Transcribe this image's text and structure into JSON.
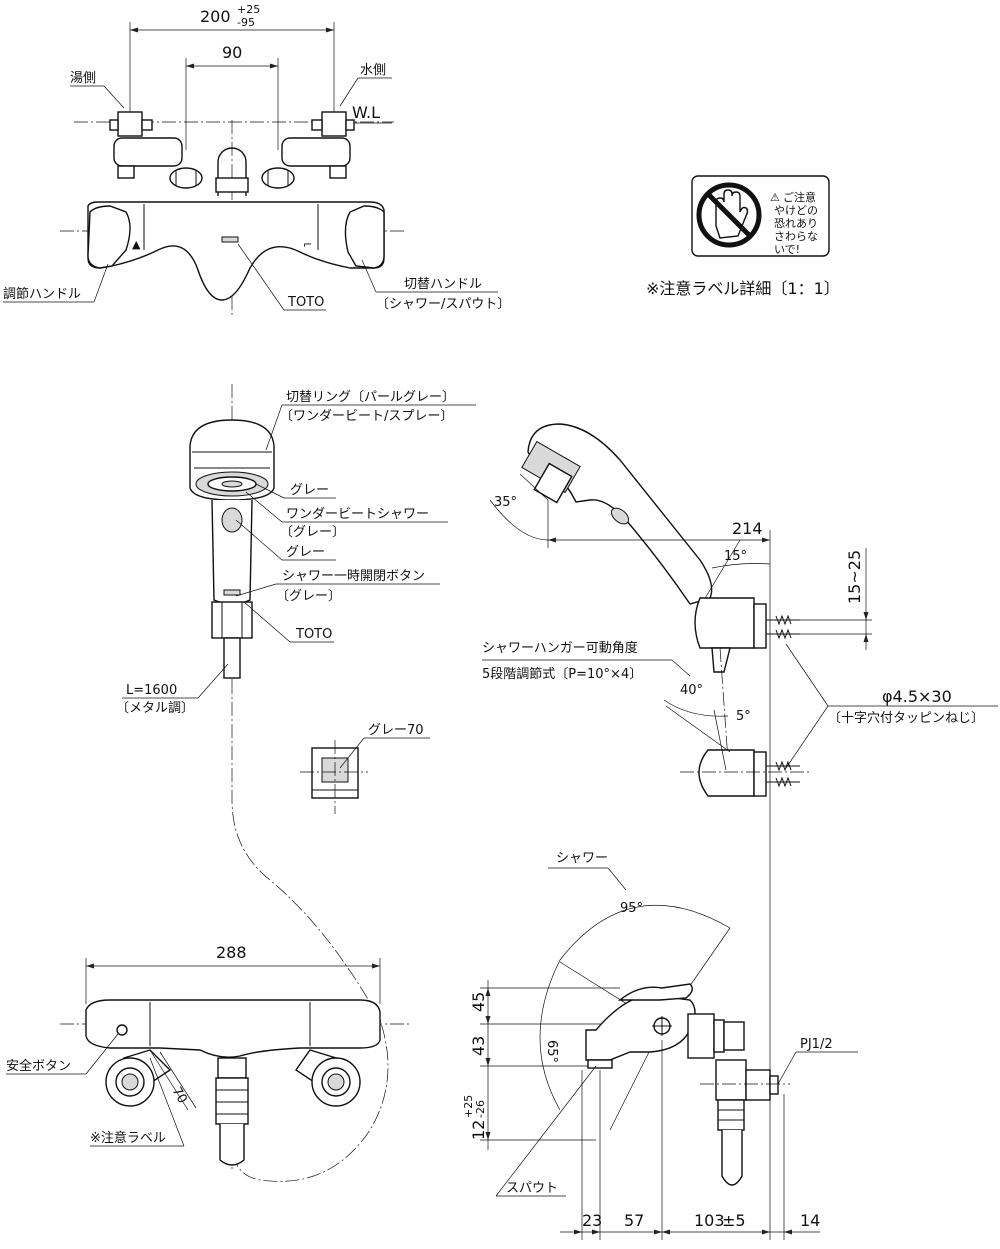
{
  "dimensions": {
    "d200": "200",
    "d200_tol_upper": "+25",
    "d200_tol_lower": "-95",
    "d90": "90",
    "d288": "288",
    "d70": "70",
    "d214": "214",
    "d15deg": "15°",
    "d35deg": "35°",
    "d15_25": "15~25",
    "d40deg": "40°",
    "d5deg": "5°",
    "d95deg": "95°",
    "d65deg": "65°",
    "d45": "45",
    "d43": "43",
    "d12": "12",
    "d12_tol_upper": "+25",
    "d12_tol_lower": "-26",
    "d23": "23",
    "d57": "57",
    "d103": "103",
    "d103_tol": "±5",
    "d14": "14",
    "wl": "W.L"
  },
  "labels": {
    "hot_side": "湯側",
    "cold_side": "水側",
    "adjust_handle": "調節ハンドル",
    "switch_handle": "切替ハンドル",
    "switch_handle_sub": "〔シャワー/スパウト〕",
    "toto_top": "TOTO",
    "ring": "切替リング〔パールグレー〕",
    "ring_sub": "〔ワンダービート/スプレー〕",
    "grey1": "グレー",
    "wonderbeat": "ワンダービートシャワー",
    "wonderbeat_sub": "〔グレー〕",
    "grey2": "グレー",
    "stop_button": "シャワー一時開閉ボタン",
    "stop_button_sub": "〔グレー〕",
    "toto_head": "TOTO",
    "hose": "L=1600",
    "hose_sub": "〔メタル調〕",
    "holder_grey": "グレー70",
    "hanger_angle": "シャワーハンガー可動角度",
    "hanger_angle_sub": "5段階調節式〔P=10°×4〕",
    "screw": "φ4.5×30",
    "screw_sub": "〔十字穴付タッピンねじ〕",
    "shower": "シャワー",
    "spout": "スパウト",
    "pj": "PJ1/2",
    "safety_button": "安全ボタン",
    "caution_label": "※注意ラベル",
    "caution_detail": "※注意ラベル詳細〔1：1〕"
  },
  "caution_sticker": {
    "header": "ご注意",
    "lines": [
      "やけどの",
      "恐れあり",
      "さわらな",
      "いで!"
    ]
  }
}
